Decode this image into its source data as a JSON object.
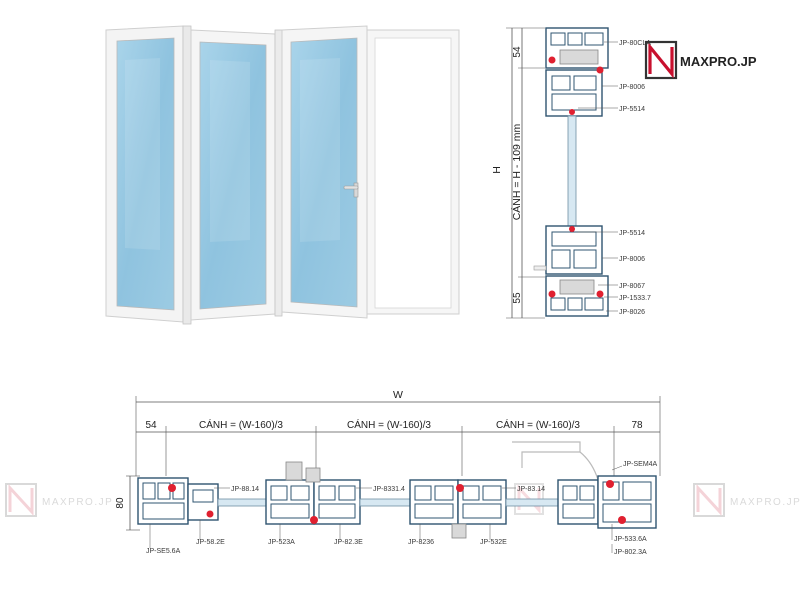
{
  "brand": {
    "name": "MAXPRO.JP",
    "watermark_text": "MAXPRO.JP",
    "accent_color": "#c8102e",
    "dark_color": "#333333"
  },
  "colors": {
    "glass": "#9ccbe3",
    "frame": "#f2f2f2",
    "profile_fill": "#ffffff",
    "profile_stroke": "#2f5470",
    "gasket": "#e02030",
    "dimension_line": "#555555"
  },
  "icons": [
    "window-handle-icon",
    "hinge-icon",
    "brand-logo-icon"
  ],
  "vertical_section": {
    "top_dimension": "54",
    "bottom_dimension": "55",
    "height_label": "H",
    "sash_label": "CÁNH = H - 109 mm",
    "labels": [
      "JP-80CLA",
      "JP-8006",
      "JP-5514",
      "JP-5514",
      "JP-8006",
      "JP-8067",
      "JP-1533.7",
      "JP-8026"
    ]
  },
  "horizontal_section": {
    "total_width_label": "W",
    "left_dimension": "54",
    "right_dimension": "78",
    "height_dimension": "80",
    "sash_labels": [
      "CÁNH = (W-160)/3",
      "CÁNH = (W-160)/3",
      "CÁNH = (W-160)/3"
    ],
    "top_labels": [
      "JP-88.14",
      "JP-8331.4",
      "JP-83.14",
      "JP-SEM4A"
    ],
    "bottom_labels": [
      "JP-SE5.6A",
      "JP-58.2E",
      "JP-523A",
      "JP-82.3E",
      "JP-8236",
      "JP-532E",
      "JP-533.6A",
      "JP-802.3A"
    ]
  }
}
